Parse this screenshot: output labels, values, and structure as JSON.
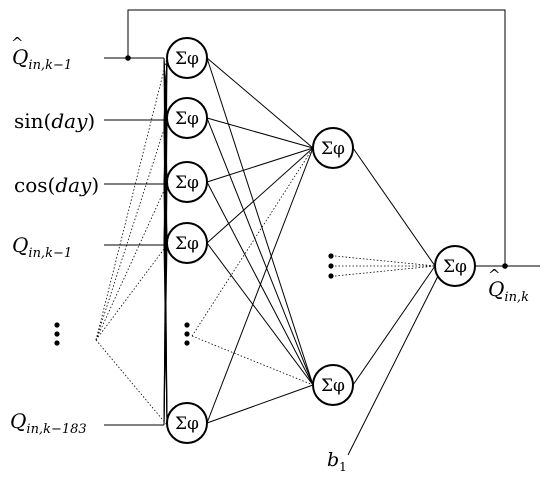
{
  "inputs": [
    {
      "id": "qhat",
      "base": "Q",
      "sub": "in,k−1",
      "hat": true
    },
    {
      "id": "sin",
      "func": "sin",
      "arg": "day"
    },
    {
      "id": "cos",
      "func": "cos",
      "arg": "day"
    },
    {
      "id": "qk1",
      "base": "Q",
      "sub": "in,k−1",
      "hat": false
    },
    {
      "id": "qk183",
      "base": "Q",
      "sub": "in,k−183",
      "hat": false
    }
  ],
  "output": {
    "base": "Q",
    "sub": "in,k",
    "hat": true
  },
  "bias": {
    "base": "b",
    "sub": "1"
  },
  "node_symbol": "Σφ",
  "layers": {
    "hidden1_visible_nodes": 5,
    "hidden2_visible_nodes": 2,
    "output_nodes": 1
  }
}
